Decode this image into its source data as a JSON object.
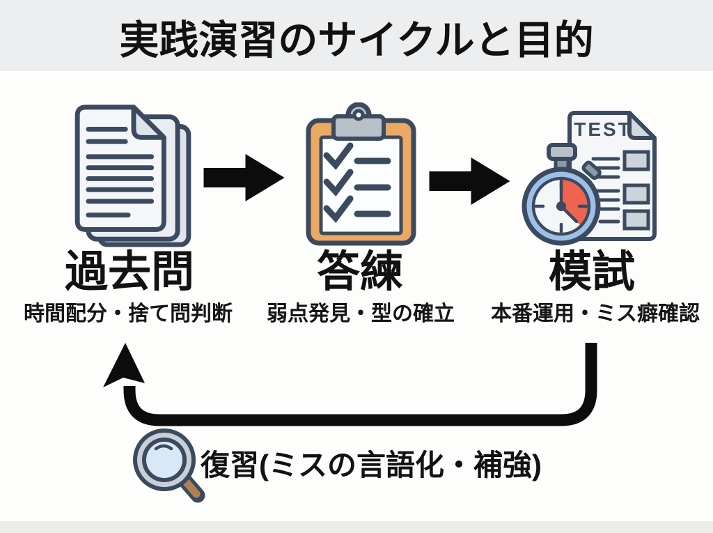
{
  "title": "実践演習のサイクルと目的",
  "steps": [
    {
      "label": "過去問",
      "subtitle": "時間配分・捨て問判断",
      "icon": "documents-stack-icon"
    },
    {
      "label": "答練",
      "subtitle": "弱点発見・型の確立",
      "icon": "clipboard-checklist-icon"
    },
    {
      "label": "模試",
      "subtitle": "本番運用・ミス癖確認",
      "icon": "stopwatch-test-paper-icon"
    }
  ],
  "test_paper_label": "TEST",
  "loop": {
    "caption": "復習(ミスの言語化・補強)",
    "icon": "magnifier-icon"
  },
  "colors": {
    "header_bg": "#eceef0",
    "body_bg": "#fdfdfc",
    "outline_navy": "#3b4a5f",
    "page_fill": "#f4f6f8",
    "page_back_fill": "#e6eaee",
    "clipboard_orange": "#eba963",
    "clip_gray": "#b9c0c8",
    "stopwatch_blue": "#9fc0e6",
    "timer_red": "#ee6450",
    "magnifier_lens": "#d9e8f6",
    "magnifier_rim": "#c9cfd6",
    "magnifier_handle": "#b08055",
    "arrow_black": "#0c0c0c"
  }
}
